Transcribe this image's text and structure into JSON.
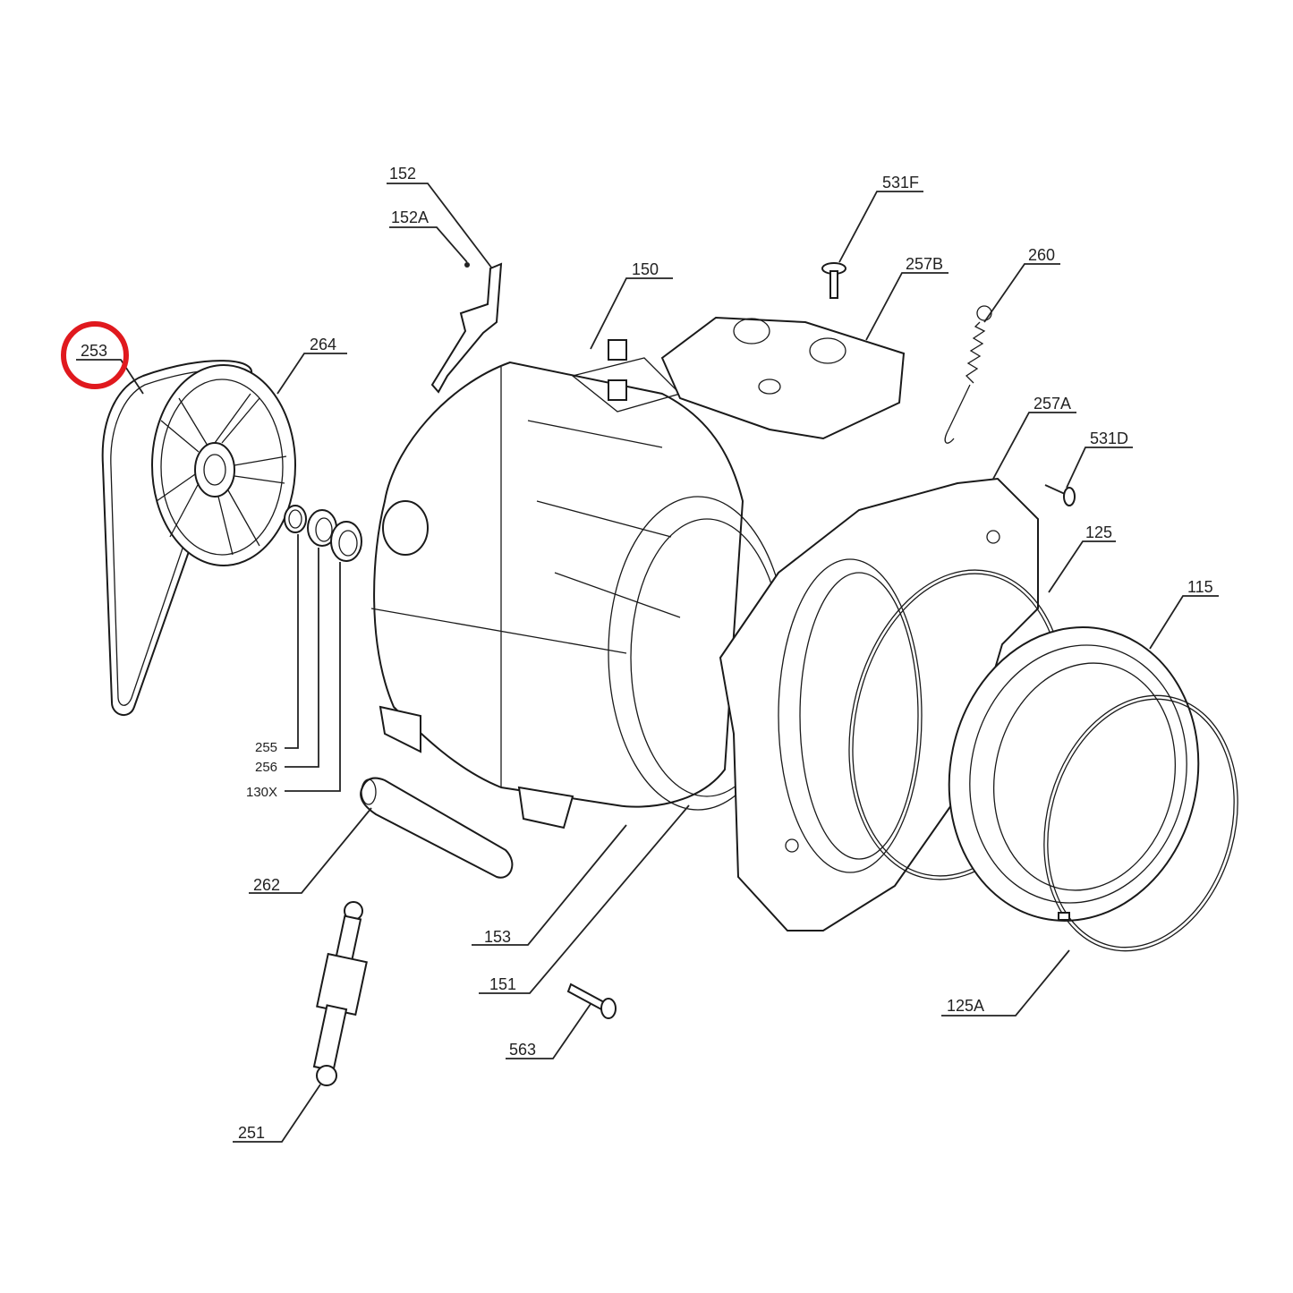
{
  "diagram": {
    "highlight_color": "#e0191e",
    "highlighted_label": "253",
    "labels": {
      "l152": "152",
      "l152A": "152A",
      "l150": "150",
      "l531F": "531F",
      "l257B": "257B",
      "l260": "260",
      "l253": "253",
      "l264": "264",
      "l257A": "257A",
      "l531D": "531D",
      "l125": "125",
      "l115": "115",
      "l255": "255",
      "l256": "256",
      "l130X": "130X",
      "l262": "262",
      "l153": "153",
      "l151": "151",
      "l563": "563",
      "l125A": "125A",
      "l251": "251"
    }
  }
}
